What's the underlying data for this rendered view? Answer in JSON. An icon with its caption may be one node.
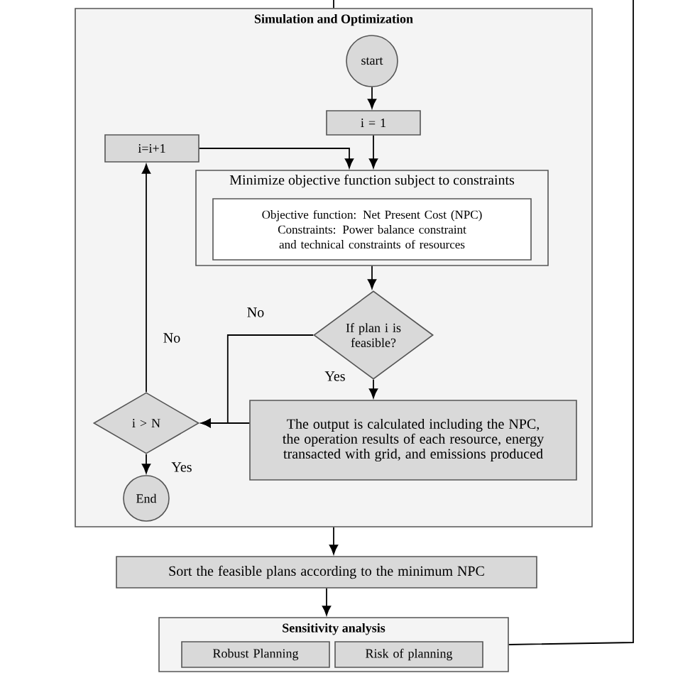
{
  "diagram": {
    "nodes": [
      {
        "text": [
          "Simulation and Optimization"
        ]
      },
      {
        "text": [
          "start"
        ],
        "in": 0
      },
      {
        "text": [
          "i = 1"
        ],
        "in": 0
      },
      {
        "text": [
          "i=i+1"
        ],
        "in": 0
      },
      {
        "text": [
          "Minimize objective function subject to constraints"
        ],
        "in": 0
      },
      {
        "text": [
          "Objective function: Net Present Cost (NPC)",
          "Constraints: Power balance constraint and technical constraints of resources"
        ],
        "in": 4
      },
      {
        "text": [
          "If plan i is feasible?"
        ],
        "in": 0
      },
      {
        "text": [
          "The output is calculated including the NPC, the operation results of each resource, energy transacted with grid, and emissions produced"
        ],
        "in": 0
      },
      {
        "text": [
          "i > N"
        ],
        "in": 0
      },
      {
        "text": [
          "End"
        ],
        "in": 0
      },
      {
        "text": [
          "Sort the feasible plans according to the minimum NPC"
        ]
      },
      {
        "text": [
          "Sensitivity analysis"
        ]
      },
      {
        "text": [
          "Robust Planning"
        ],
        "in": 11
      },
      {
        "text": [
          "Risk of planning"
        ],
        "in": 11
      }
    ],
    "edges": [
      {
        "from": 1,
        "to": 2,
        "arrow": "to"
      },
      {
        "from": 2,
        "to": 4,
        "arrow": "to"
      },
      {
        "from": 3,
        "to": 4,
        "arrow": "to"
      },
      {
        "from": 4,
        "to": 6,
        "arrow": "to"
      },
      {
        "from": 6,
        "to": 7,
        "label": "Yes",
        "arrow": "to"
      },
      {
        "from": 6,
        "to": 8,
        "label": "No",
        "arrow": "to"
      },
      {
        "from": 7,
        "to": 8,
        "arrow": "to"
      },
      {
        "from": 8,
        "to": 3,
        "label": "No",
        "arrow": "to"
      },
      {
        "from": 8,
        "to": 9,
        "label": "Yes",
        "arrow": "to"
      },
      {
        "from": 0,
        "to": 10,
        "arrow": "to"
      },
      {
        "from": 10,
        "to": 11,
        "arrow": "to"
      },
      {
        "from": null,
        "to": 0,
        "arrow": "none"
      },
      {
        "from": 11,
        "to": null,
        "arrow": "none"
      }
    ]
  }
}
